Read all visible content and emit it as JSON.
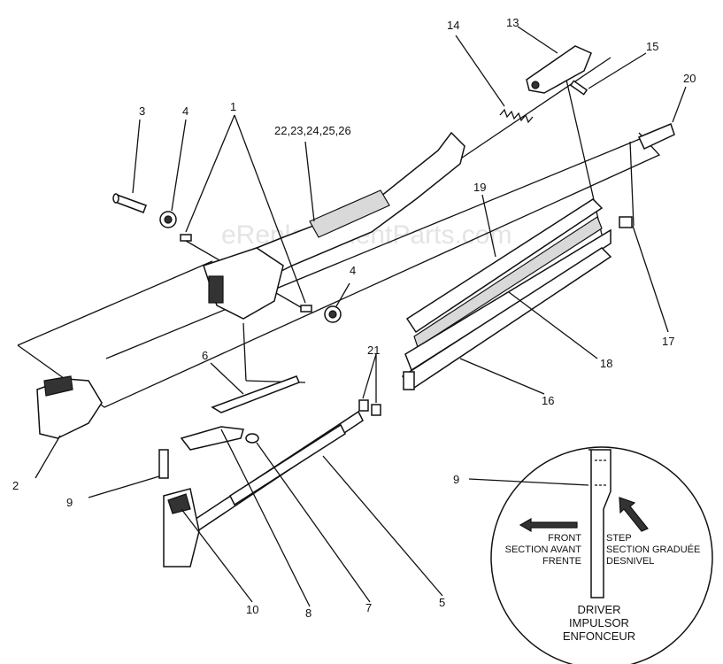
{
  "watermark": "eReplacementParts.com",
  "labels": {
    "p1": "1",
    "p2": "2",
    "p3": "3",
    "p4a": "4",
    "p4b": "4",
    "p22": "22,23,24,25,26",
    "p14": "14",
    "p13": "13",
    "p15": "15",
    "p20": "20",
    "p19": "19",
    "p17": "17",
    "p18": "18",
    "p16": "16",
    "p6": "6",
    "p21": "21",
    "p9": "9",
    "p9b": "9",
    "p10": "10",
    "p8": "8",
    "p7": "7",
    "p5": "5"
  },
  "inset": {
    "front": [
      "FRONT",
      "SECTION AVANT",
      "FRENTE"
    ],
    "step": [
      "STEP",
      "SECTION GRADUÉE",
      "DESNIVEL"
    ],
    "driver": [
      "DRIVER",
      "IMPULSOR",
      "ENFONCEUR"
    ]
  }
}
